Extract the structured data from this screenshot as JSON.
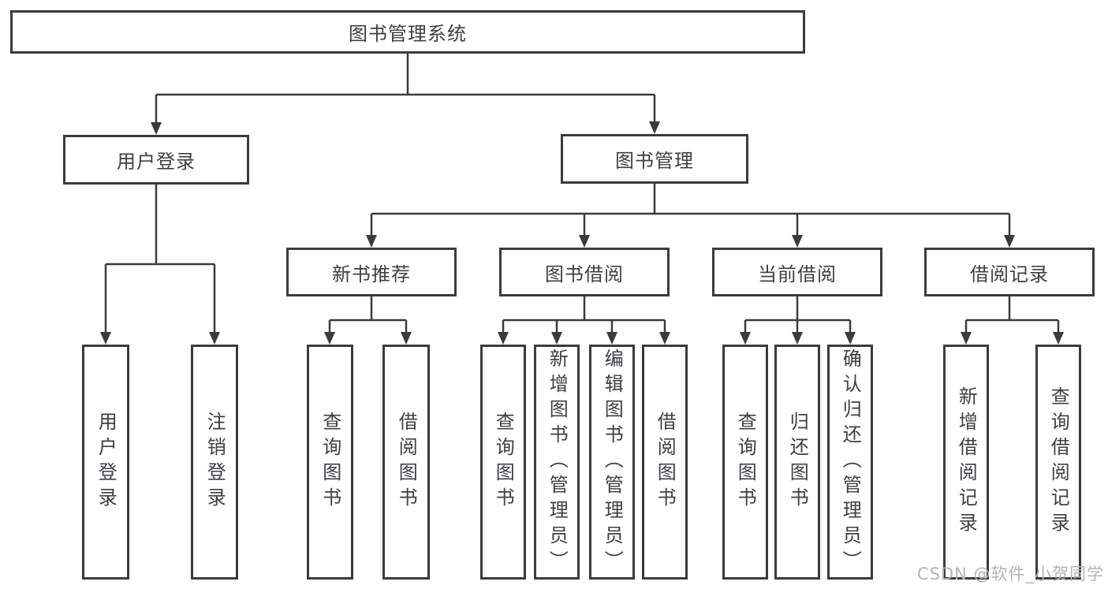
{
  "colors": {
    "line": "#3b3b3b",
    "box_border": "#3b3b3b",
    "text": "#3c4043",
    "watermark": "#b4b4b4",
    "background": "#ffffff"
  },
  "diagram": {
    "root": "图书管理系统",
    "branches": [
      {
        "label": "用户登录",
        "children": [
          {
            "label": "用户登录"
          },
          {
            "label": "注销登录"
          }
        ]
      },
      {
        "label": "图书管理",
        "sections": [
          {
            "label": "新书推荐",
            "children": [
              {
                "label": "查询图书"
              },
              {
                "label": "借阅图书"
              }
            ]
          },
          {
            "label": "图书借阅",
            "children": [
              {
                "label": "查询图书"
              },
              {
                "label": "新增图书（管理员）"
              },
              {
                "label": "编辑图书（管理员）"
              },
              {
                "label": "借阅图书"
              }
            ]
          },
          {
            "label": "当前借阅",
            "children": [
              {
                "label": "查询图书"
              },
              {
                "label": "归还图书"
              },
              {
                "label": "确认归还（管理员）"
              }
            ]
          },
          {
            "label": "借阅记录",
            "children": [
              {
                "label": "新增借阅记录"
              },
              {
                "label": "查询借阅记录"
              }
            ]
          }
        ]
      }
    ]
  },
  "watermark": {
    "text": "CSDN @软件_小贺同学"
  }
}
